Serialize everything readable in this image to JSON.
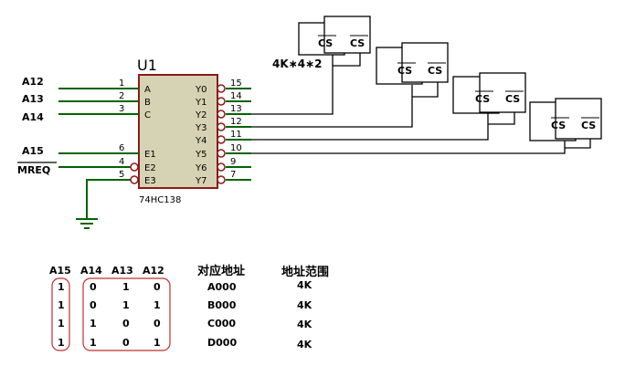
{
  "chip": {
    "name": "U1",
    "part": "74HC138"
  },
  "inputs": [
    {
      "signal": "A12",
      "pin": "1",
      "port": "A"
    },
    {
      "signal": "A13",
      "pin": "2",
      "port": "B"
    },
    {
      "signal": "A14",
      "pin": "3",
      "port": "C"
    },
    {
      "signal": "A15",
      "pin": "6",
      "port": "E1"
    },
    {
      "signal": "MREQ",
      "pin": "4",
      "port": "E2"
    },
    {
      "signal": "",
      "pin": "5",
      "port": "E3"
    }
  ],
  "outputs": [
    {
      "port": "Y0",
      "pin": "15"
    },
    {
      "port": "Y1",
      "pin": "14"
    },
    {
      "port": "Y2",
      "pin": "13"
    },
    {
      "port": "Y3",
      "pin": "12"
    },
    {
      "port": "Y4",
      "pin": "11"
    },
    {
      "port": "Y5",
      "pin": "10"
    },
    {
      "port": "Y6",
      "pin": "9"
    },
    {
      "port": "Y7",
      "pin": "7"
    }
  ],
  "memory": {
    "cs_label": "CS",
    "note": "4K∗4∗2"
  },
  "table": {
    "bit_headers": [
      "A15",
      "A14",
      "A13",
      "A12"
    ],
    "addr_header": "对应地址",
    "range_header": "地址范围",
    "rows": [
      {
        "bits": [
          "1",
          "0",
          "1",
          "0"
        ],
        "addr": "A000",
        "range": "4K"
      },
      {
        "bits": [
          "1",
          "0",
          "1",
          "1"
        ],
        "addr": "B000",
        "range": "4K"
      },
      {
        "bits": [
          "1",
          "1",
          "0",
          "0"
        ],
        "addr": "C000",
        "range": "4K"
      },
      {
        "bits": [
          "1",
          "1",
          "0",
          "1"
        ],
        "addr": "D000",
        "range": "4K"
      }
    ]
  },
  "colors": {
    "wire": "#006400",
    "chip_fill": "#d6d3b4",
    "chip_border": "#8b1a1a",
    "bubble": "#8b1a1a",
    "group_box": "#c03030"
  }
}
